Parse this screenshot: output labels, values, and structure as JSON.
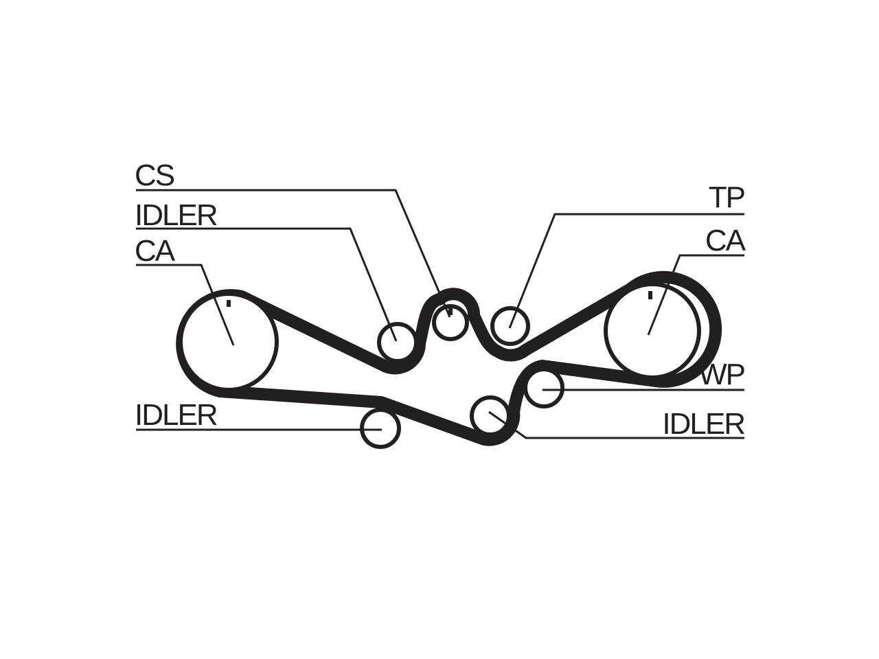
{
  "diagram": {
    "labels": {
      "cs": "CS",
      "idler_top_left": "IDLER",
      "ca_left": "CA",
      "idler_bottom_left": "IDLER",
      "tp": "TP",
      "ca_right": "CA",
      "wp": "WP",
      "idler_bottom_right": "IDLER"
    },
    "colors": {
      "ink": "#231f20",
      "background": "#ffffff"
    }
  }
}
